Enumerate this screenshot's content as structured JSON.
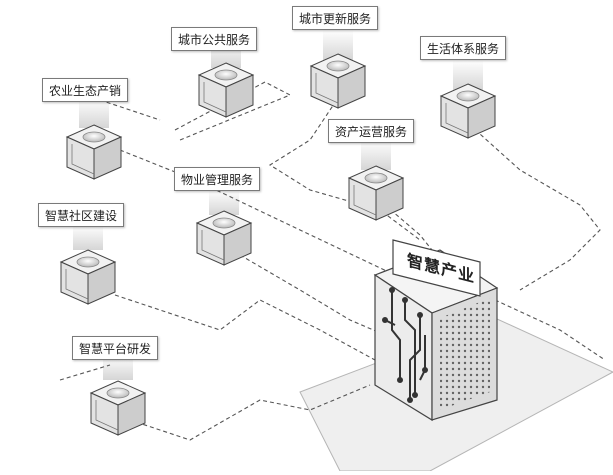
{
  "diagram": {
    "hub": {
      "label": "智慧产业"
    },
    "nodes": [
      {
        "id": "city-public",
        "label": "城市公共服务"
      },
      {
        "id": "city-renewal",
        "label": "城市更新服务"
      },
      {
        "id": "living-system",
        "label": "生活体系服务"
      },
      {
        "id": "agri",
        "label": "农业生态产销"
      },
      {
        "id": "asset-ops",
        "label": "资产运营服务"
      },
      {
        "id": "property-mgmt",
        "label": "物业管理服务"
      },
      {
        "id": "smart-community",
        "label": "智慧社区建设"
      },
      {
        "id": "smart-platform",
        "label": "智慧平台研发"
      }
    ]
  },
  "colors": {
    "line": "#555555",
    "cube_top": "#f2f2f2",
    "cube_left": "#e3e3e3",
    "cube_right": "#cdcdcd",
    "cube_stroke": "#444444",
    "floor": "#f0f0f0"
  }
}
